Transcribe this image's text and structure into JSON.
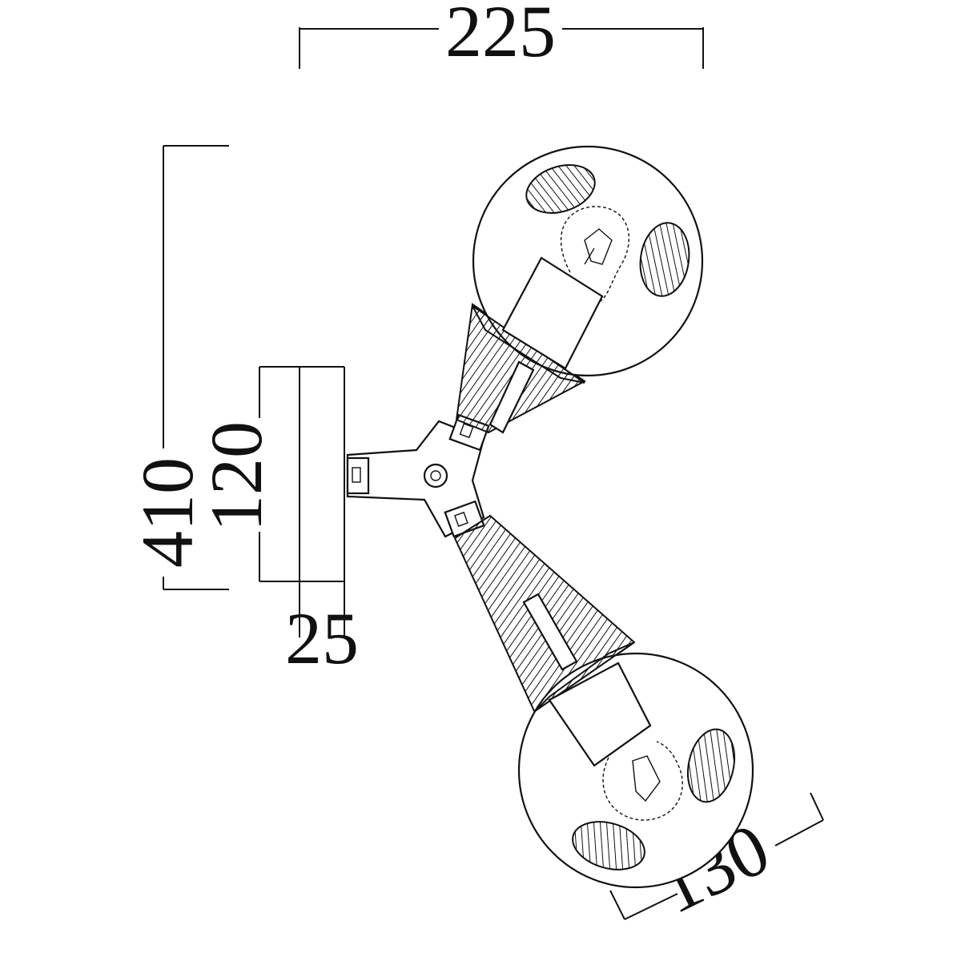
{
  "dimensions": {
    "width": "225",
    "height": "410",
    "base_height": "120",
    "base_depth": "25",
    "shade_diameter": "130"
  },
  "colors": {
    "ink": "#111111",
    "background": "#ffffff"
  }
}
